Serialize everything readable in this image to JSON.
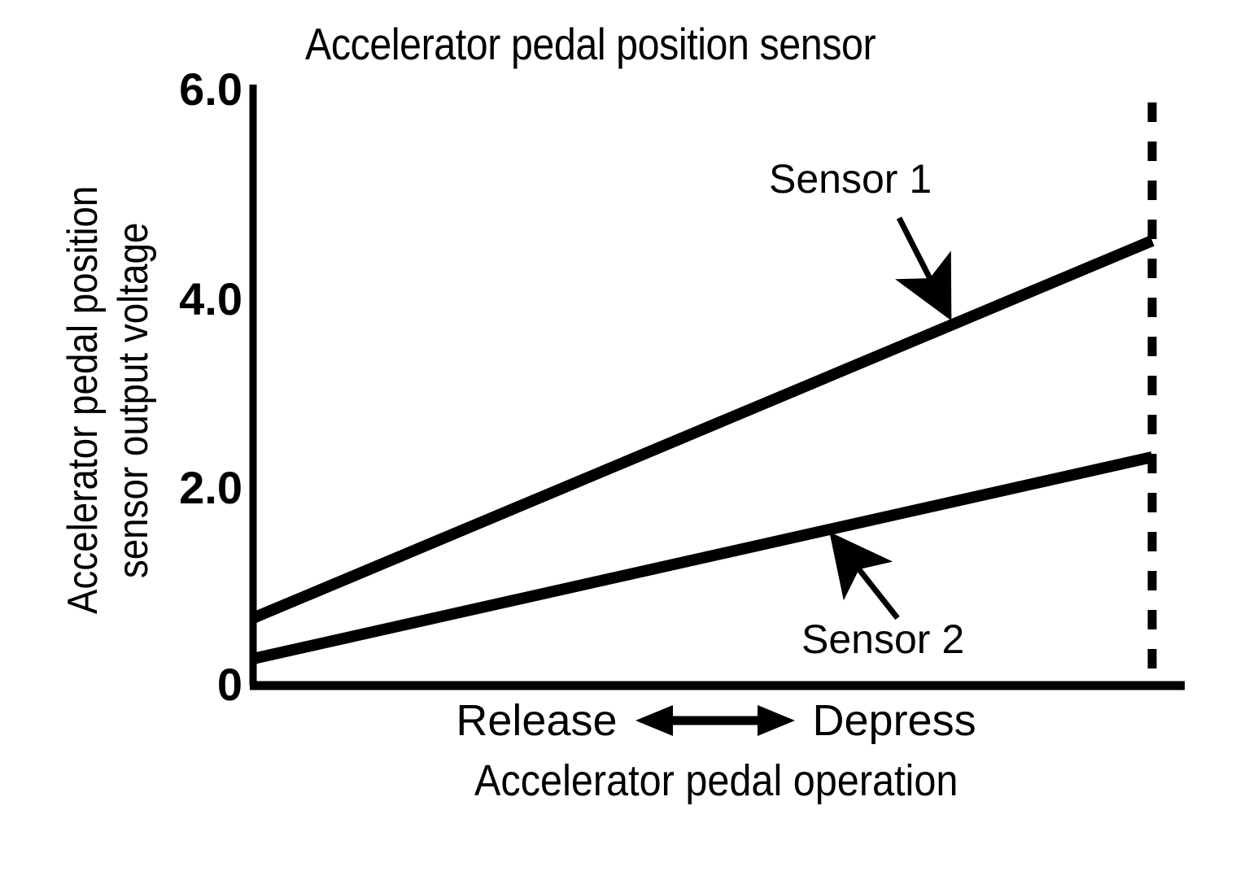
{
  "chart_data": {
    "type": "line",
    "title": "Accelerator pedal position sensor",
    "xlabel": "Accelerator pedal operation",
    "ylabel_line1": "Accelerator pedal position",
    "ylabel_line2": "sensor output voltage",
    "ylim": [
      0,
      6.0
    ],
    "ytick_labels": [
      "6.0",
      "4.0",
      "2.0",
      "0"
    ],
    "ytick_values": [
      6.0,
      4.0,
      2.0,
      0
    ],
    "xlim": [
      0,
      1
    ],
    "x_direction_left": "Release",
    "x_direction_right": "Depress",
    "x_direction_arrow": "double-headed-arrow-icon",
    "grid": false,
    "legend_position": "inline-annotations",
    "series": [
      {
        "name": "Sensor 1",
        "x": [
          0,
          1
        ],
        "values": [
          0.68,
          4.5
        ],
        "color": "#000000",
        "linewidth": 12,
        "annotation": {
          "label": "Sensor 1",
          "arrow_from_x": 0.62,
          "arrow_from_y": 4.32,
          "arrow_to_x": 0.73,
          "arrow_to_y": 3.62
        }
      },
      {
        "name": "Sensor 2",
        "x": [
          0,
          1
        ],
        "values": [
          0.27,
          2.3
        ],
        "color": "#000000",
        "linewidth": 12,
        "annotation": {
          "label": "Sensor 2",
          "arrow_from_x": 0.78,
          "arrow_from_y": 1.08,
          "arrow_to_x": 0.7,
          "arrow_to_y": 1.65
        }
      }
    ],
    "annotations": [
      {
        "type": "vertical-dashed-line",
        "name": "full-depress-reference-line",
        "x": 1.0,
        "y_from": 0,
        "y_to": 5.88
      }
    ]
  }
}
